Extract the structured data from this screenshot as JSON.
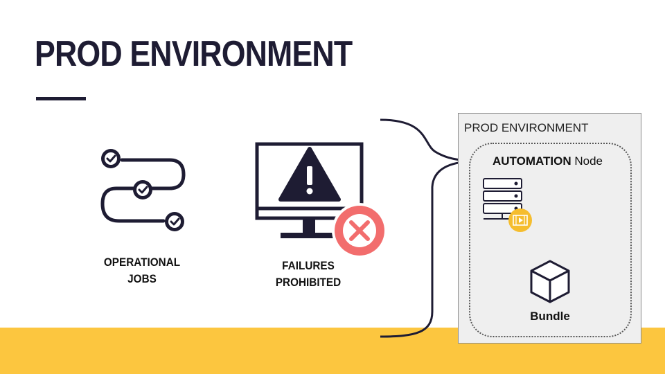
{
  "slide": {
    "title": "PROD ENVIRONMENT"
  },
  "items": {
    "operational_jobs": {
      "line1": "OPERATIONAL",
      "line2": "JOBS"
    },
    "failures_prohibited": {
      "line1": "FAILURES",
      "line2": "PROHIBITED"
    }
  },
  "prod_box": {
    "title": "PROD ENVIRONMENT",
    "node": {
      "title_bold": "AUTOMATION",
      "title_rest": " Node"
    },
    "bundle_label": "Bundle"
  },
  "colors": {
    "navy": "#1E1C33",
    "accent_yellow": "#FCC63F",
    "error_red": "#F26D6D",
    "server_badge": "#F5BD2E"
  },
  "icons": [
    "check-path-icon",
    "monitor-warning-icon",
    "error-x-icon",
    "server-icon",
    "film-badge-icon",
    "cube-icon"
  ]
}
